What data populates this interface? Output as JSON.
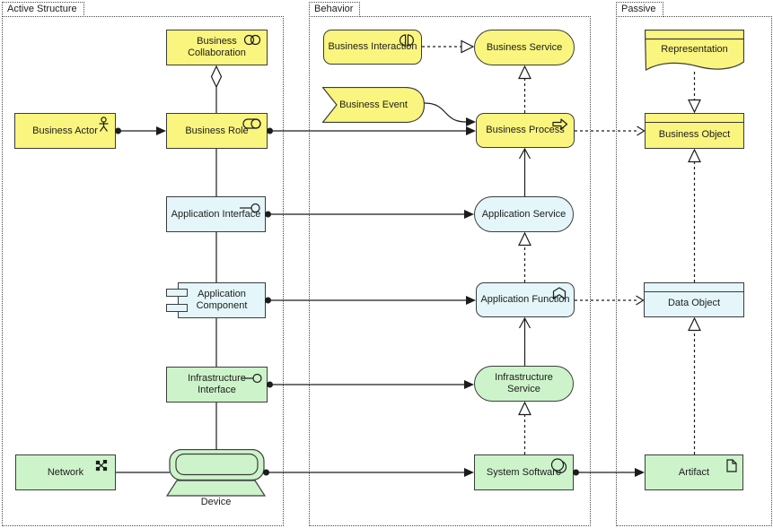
{
  "groups": {
    "active_structure": {
      "label": "Active Structure"
    },
    "behavior": {
      "label": "Behavior"
    },
    "passive": {
      "label": "Passive"
    }
  },
  "nodes": {
    "business_actor": {
      "label": "Business Actor",
      "layer": "business",
      "icon": "actor-icon"
    },
    "business_collaboration": {
      "label": "Business Collaboration",
      "layer": "business",
      "icon": "collaboration-icon"
    },
    "business_role": {
      "label": "Business Role",
      "layer": "business",
      "icon": "role-icon"
    },
    "business_interaction": {
      "label": "Business Interaction",
      "layer": "business",
      "icon": "interaction-icon"
    },
    "business_event": {
      "label": "Business Event",
      "layer": "business",
      "icon": "none"
    },
    "business_service": {
      "label": "Business Service",
      "layer": "business",
      "icon": "none"
    },
    "business_process": {
      "label": "Business Process",
      "layer": "business",
      "icon": "process-arrow-icon"
    },
    "application_interface": {
      "label": "Application Interface",
      "layer": "application",
      "icon": "interface-lollipop-icon"
    },
    "application_component": {
      "label": "Application Component",
      "layer": "application",
      "icon": "component-tabs-icon"
    },
    "application_service": {
      "label": "Application Service",
      "layer": "application",
      "icon": "none"
    },
    "application_function": {
      "label": "Application Function",
      "layer": "application",
      "icon": "function-chevron-icon"
    },
    "infrastructure_interface": {
      "label": "Infrastructure Interface",
      "layer": "technology",
      "icon": "interface-lollipop-icon"
    },
    "infrastructure_service": {
      "label": "Infrastructure Service",
      "layer": "technology",
      "icon": "none"
    },
    "network": {
      "label": "Network",
      "layer": "technology",
      "icon": "network-icon"
    },
    "device": {
      "label": "Device",
      "layer": "technology",
      "icon": "device-shape"
    },
    "system_software": {
      "label": "System Software",
      "layer": "technology",
      "icon": "system-software-icon"
    },
    "representation": {
      "label": "Representation",
      "layer": "business",
      "icon": "none"
    },
    "business_object": {
      "label": "Business Object",
      "layer": "business",
      "icon": "none"
    },
    "data_object": {
      "label": "Data Object",
      "layer": "application",
      "icon": "none"
    },
    "artifact": {
      "label": "Artifact",
      "layer": "technology",
      "icon": "artifact-document-icon"
    }
  },
  "relationships": [
    {
      "from": "business_actor",
      "to": "business_role",
      "type": "assignment"
    },
    {
      "from": "business_collaboration",
      "to": "business_role",
      "type": "aggregation"
    },
    {
      "from": "business_role",
      "to": "business_process",
      "type": "assignment"
    },
    {
      "from": "business_interaction",
      "to": "business_service",
      "type": "realization"
    },
    {
      "from": "business_event",
      "to": "business_process",
      "type": "triggering"
    },
    {
      "from": "business_process",
      "to": "business_service",
      "type": "realization"
    },
    {
      "from": "business_process",
      "to": "business_object",
      "type": "access"
    },
    {
      "from": "application_service",
      "to": "business_process",
      "type": "serving"
    },
    {
      "from": "business_role",
      "to": "application_interface",
      "type": "association"
    },
    {
      "from": "application_interface",
      "to": "application_service",
      "type": "assignment"
    },
    {
      "from": "application_interface",
      "to": "application_component",
      "type": "association"
    },
    {
      "from": "application_component",
      "to": "application_function",
      "type": "assignment"
    },
    {
      "from": "application_function",
      "to": "application_service",
      "type": "realization"
    },
    {
      "from": "application_function",
      "to": "data_object",
      "type": "access"
    },
    {
      "from": "infrastructure_service",
      "to": "application_function",
      "type": "serving"
    },
    {
      "from": "application_component",
      "to": "infrastructure_interface",
      "type": "association"
    },
    {
      "from": "infrastructure_interface",
      "to": "infrastructure_service",
      "type": "assignment"
    },
    {
      "from": "infrastructure_interface",
      "to": "device",
      "type": "association"
    },
    {
      "from": "system_software",
      "to": "infrastructure_service",
      "type": "realization"
    },
    {
      "from": "device",
      "to": "system_software",
      "type": "assignment"
    },
    {
      "from": "network",
      "to": "device",
      "type": "association"
    },
    {
      "from": "system_software",
      "to": "artifact",
      "type": "assignment"
    },
    {
      "from": "representation",
      "to": "business_object",
      "type": "realization"
    },
    {
      "from": "data_object",
      "to": "business_object",
      "type": "realization"
    },
    {
      "from": "artifact",
      "to": "data_object",
      "type": "realization"
    }
  ],
  "colors": {
    "business_fill": "#FAF57E",
    "application_fill": "#E4F6F9",
    "technology_fill": "#CDF3CA",
    "line": "#1c1c1c",
    "background": "#FFFFFF"
  }
}
